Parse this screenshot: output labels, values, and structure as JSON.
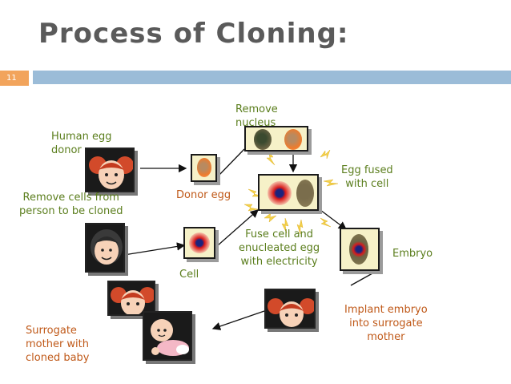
{
  "slide": {
    "title": "Process of Cloning:",
    "number": "11"
  },
  "labels": {
    "human_egg_donor": "Human egg\ndonor",
    "remove_cells": "Remove cells from\nperson to be cloned",
    "surrogate_mother": "Surrogate\nmother with\ncloned baby",
    "remove_nucleus": "Remove\nnucleus",
    "donor_egg": "Donor egg",
    "cell": "Cell",
    "fuse_cell": "Fuse cell and\nenucleated egg\nwith electricity",
    "egg_fused": "Egg fused\nwith cell",
    "embryo": "Embryo",
    "implant_embryo": "Implant embryo\ninto surrogate\nmother"
  },
  "colors": {
    "title": "#5a5a5a",
    "green_text": "#5b7e1d",
    "orange_text": "#c05a1a",
    "accent_band": "#9bbcd8",
    "slide_number_bg": "#f2a45c",
    "cell_box": "#f6f1c8",
    "spark": "#f4d24a"
  },
  "icons": {
    "sparks": "lightning-bolt-icon",
    "girl": "girl-face-icon",
    "woman": "woman-face-icon",
    "baby": "baby-icon"
  }
}
